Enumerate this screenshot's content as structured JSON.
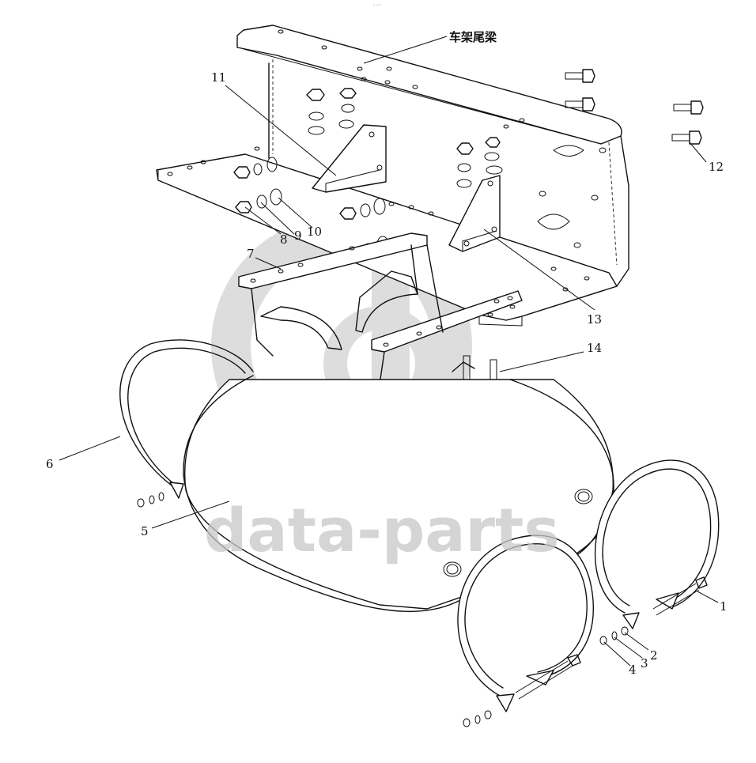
{
  "frame_label": "车架尾梁",
  "part_numbers": [
    "1",
    "2",
    "3",
    "4",
    "5",
    "6",
    "7",
    "8",
    "9",
    "10",
    "11",
    "12",
    "13",
    "14"
  ],
  "watermark": {
    "text": "data-parts",
    "color": "#c8c8c8"
  },
  "top_mark": "ᵉ ᵛᵛᵛ"
}
